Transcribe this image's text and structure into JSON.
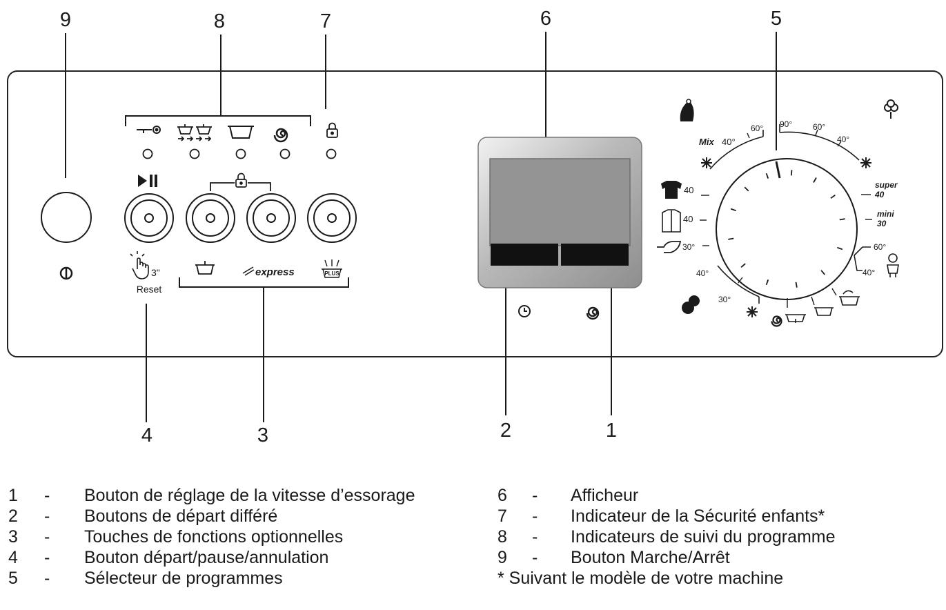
{
  "callouts": [
    "9",
    "8",
    "7",
    "6",
    "5",
    "4",
    "3",
    "2",
    "1"
  ],
  "panel": {
    "reset_label": "Reset",
    "reset_seconds": "3\"",
    "express_label": "express",
    "plus_label": "PLUS"
  },
  "dial": {
    "mix_label": "Mix",
    "temps": {
      "mix40": "40°",
      "t60a": "60°",
      "t90": "90°",
      "t60b": "60°",
      "t40a": "40°",
      "super_top": "super",
      "super_bottom": "40",
      "mini_top": "mini",
      "mini_bottom": "30",
      "baby60": "60°",
      "baby40": "40°",
      "shirt40": "40",
      "jacket40": "40",
      "hand30": "30°",
      "wool40": "40°",
      "wool30": "30°"
    }
  },
  "legend": {
    "left": [
      {
        "num": "1",
        "dash": "-",
        "text": "Bouton de réglage de la vitesse d’essorage"
      },
      {
        "num": "2",
        "dash": "-",
        "text": "Boutons de départ différé"
      },
      {
        "num": "3",
        "dash": "-",
        "text": "Touches de fonctions optionnelles"
      },
      {
        "num": "4",
        "dash": "-",
        "text": "Bouton départ/pause/annulation"
      },
      {
        "num": "5",
        "dash": "-",
        "text": "Sélecteur de programmes"
      }
    ],
    "right": [
      {
        "num": "6",
        "dash": "-",
        "text": "Afficheur"
      },
      {
        "num": "7",
        "dash": "-",
        "text": "Indicateur de la Sécurité enfants*"
      },
      {
        "num": "8",
        "dash": "-",
        "text": "Indicateurs de suivi du programme"
      },
      {
        "num": "9",
        "dash": "-",
        "text": "Bouton Marche/Arrêt"
      }
    ],
    "footnote": "* Suivant le modèle de votre machine"
  }
}
